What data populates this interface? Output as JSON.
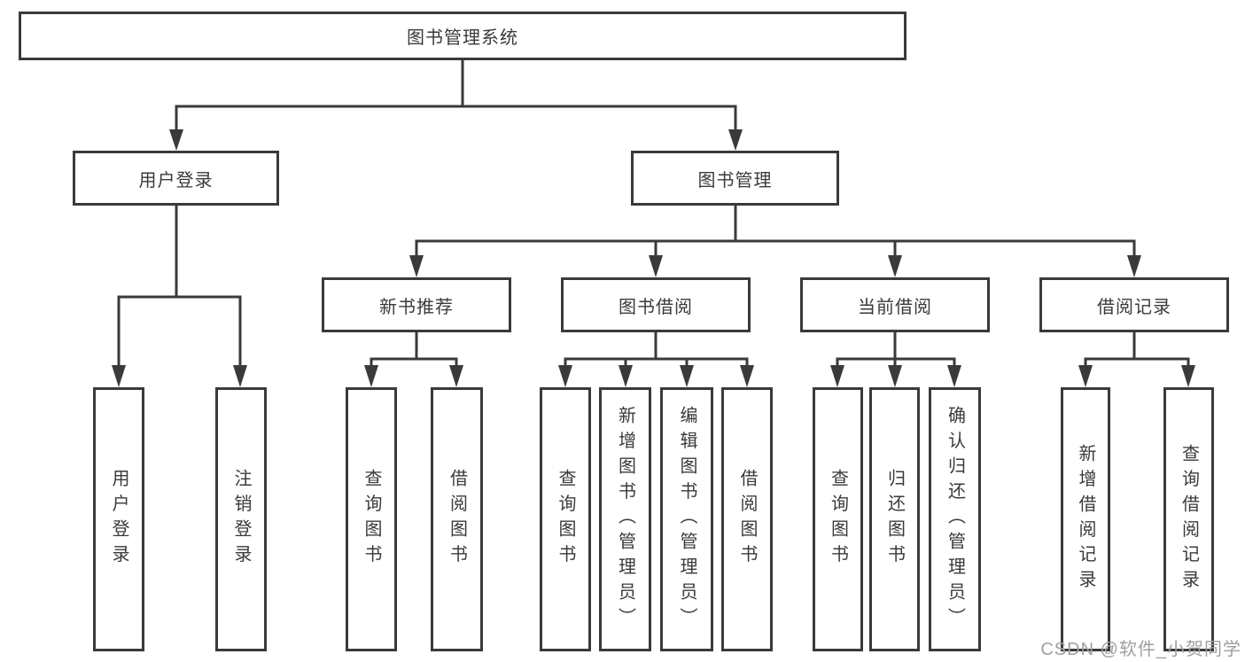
{
  "diagram": {
    "root": {
      "label": "图书管理系统",
      "children": [
        {
          "label": "用户登录",
          "children": [
            {
              "label": "用户登录"
            },
            {
              "label": "注销登录"
            }
          ]
        },
        {
          "label": "图书管理",
          "children": [
            {
              "label": "新书推荐",
              "children": [
                {
                  "label": "查询图书"
                },
                {
                  "label": "借阅图书"
                }
              ]
            },
            {
              "label": "图书借阅",
              "children": [
                {
                  "label": "查询图书"
                },
                {
                  "label": "新增图书（管理员）"
                },
                {
                  "label": "编辑图书（管理员）"
                },
                {
                  "label": "借阅图书"
                }
              ]
            },
            {
              "label": "当前借阅",
              "children": [
                {
                  "label": "查询图书"
                },
                {
                  "label": "归还图书"
                },
                {
                  "label": "确认归还（管理员）"
                }
              ]
            },
            {
              "label": "借阅记录",
              "children": [
                {
                  "label": "新增借阅记录"
                },
                {
                  "label": "查询借阅记录"
                }
              ]
            }
          ]
        }
      ]
    }
  },
  "watermark": "CSDN @软件_小贺同学",
  "colors": {
    "line": "#3a3a3a",
    "text": "#3a3a3a",
    "watermark": "#9da0a3",
    "bg": "#ffffff"
  }
}
